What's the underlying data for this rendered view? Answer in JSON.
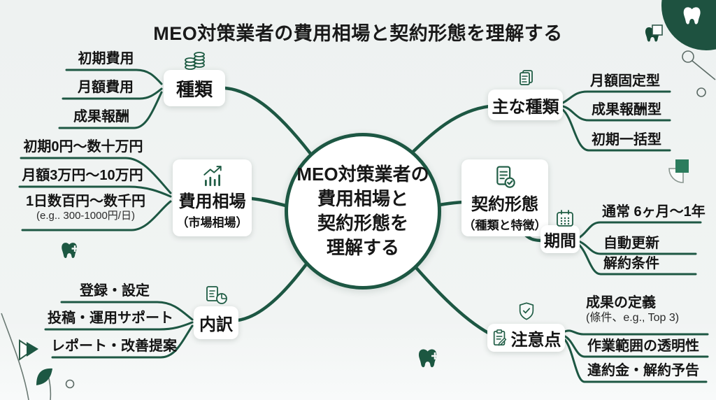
{
  "title": "MEO対策業者の費用相場と契約形態を理解する",
  "center": {
    "lines": [
      "MEO対策業者の",
      "費用相場と",
      "契約形態を",
      "理解する"
    ]
  },
  "branches": {
    "types": {
      "label": "種類",
      "icon": "coins-icon",
      "leaves": [
        {
          "label": "初期費用"
        },
        {
          "label": "月額費用"
        },
        {
          "label": "成果報酬"
        }
      ]
    },
    "cost_range": {
      "label": "費用相場",
      "sub": "（市場相場）",
      "icon": "bar-chart-icon",
      "leaves": [
        {
          "label": "初期0円〜数十万円"
        },
        {
          "label": "月額3万円〜10万円"
        },
        {
          "label": "1日数百円〜数千円",
          "sub": "(e.g.. 300-1000円/日)"
        }
      ]
    },
    "breakdown": {
      "label": "内訳",
      "icon": "doc-pie-icon",
      "leaves": [
        {
          "label": "登録・設定"
        },
        {
          "label": "投稿・運用サポート"
        },
        {
          "label": "レポート・改善提案"
        }
      ]
    },
    "main_types": {
      "label": "主な種類",
      "icon": "pages-icon",
      "leaves": [
        {
          "label": "月額固定型"
        },
        {
          "label": "成果報酬型"
        },
        {
          "label": "初期一括型"
        }
      ]
    },
    "contract_form": {
      "label": "契約形態",
      "sub": "（種類と特徴）",
      "icon": "doc-check-icon"
    },
    "period": {
      "label": "期間",
      "icon": "calendar-icon",
      "leaves": [
        {
          "label": "通常 6ヶ月〜1年"
        },
        {
          "label": "自動更新"
        },
        {
          "label": "解約条件"
        }
      ]
    },
    "cautions": {
      "label": "注意点",
      "icon": "shield-check-icon",
      "icon_inline": "clipboard-pen-icon",
      "leaves": [
        {
          "label": "成果の定義",
          "sub": "(條件、e.g., Top 3)"
        },
        {
          "label": "作業範囲の透明性"
        },
        {
          "label": "違約金・解約予告"
        }
      ]
    }
  },
  "decorations": {
    "icons": [
      "tooth-icon",
      "plus-icon",
      "square-icon",
      "dots-link-icon",
      "quarter-pie-icon",
      "triangle-icon",
      "arc-icon",
      "circle-dot-icon"
    ],
    "colors": {
      "line": "#1d5743",
      "accent_dark": "#1e5240",
      "accent_mid": "#2c7c5d",
      "ink": "#171717",
      "node_bg": "#ffffff",
      "bg": "#f0f3f2"
    }
  }
}
